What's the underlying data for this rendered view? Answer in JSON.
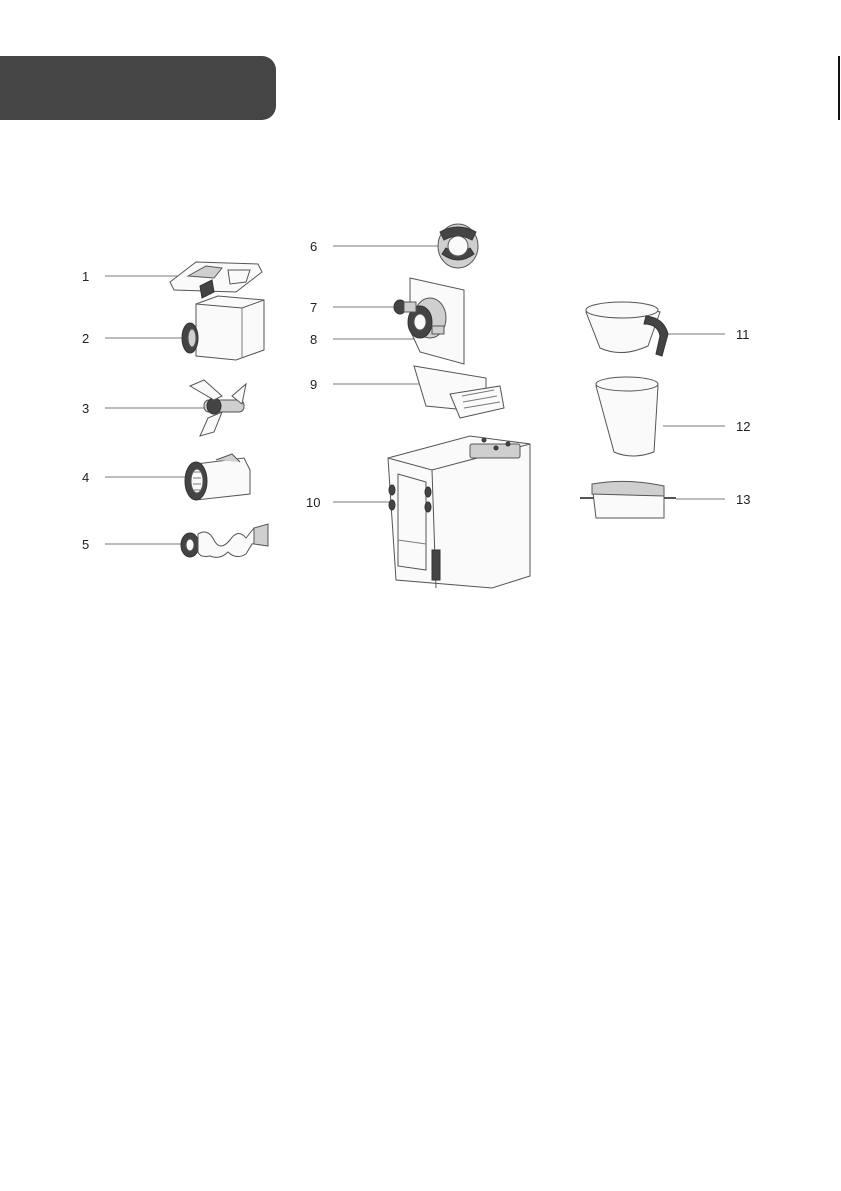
{
  "parts": [
    {
      "number": "1",
      "icon": "hopper-lid-icon"
    },
    {
      "number": "2",
      "icon": "hopper-icon"
    },
    {
      "number": "3",
      "icon": "rotating-brush-icon"
    },
    {
      "number": "4",
      "icon": "juicing-screen-icon"
    },
    {
      "number": "5",
      "icon": "auger-icon"
    },
    {
      "number": "6",
      "icon": "locking-cap-icon"
    },
    {
      "number": "7",
      "icon": "juice-outlet-icon"
    },
    {
      "number": "8",
      "icon": "front-cover-icon"
    },
    {
      "number": "9",
      "icon": "pulp-chute-icon"
    },
    {
      "number": "10",
      "icon": "motor-base-icon"
    },
    {
      "number": "11",
      "icon": "juice-jug-icon"
    },
    {
      "number": "12",
      "icon": "pulp-container-icon"
    },
    {
      "number": "13",
      "icon": "cleaning-brush-icon"
    }
  ]
}
